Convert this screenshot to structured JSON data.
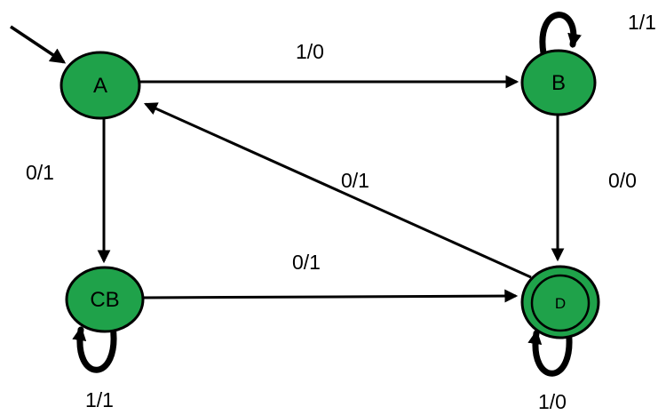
{
  "diagram": {
    "type": "mealy-state-machine",
    "states": [
      {
        "id": "A",
        "label": "A",
        "initial": true,
        "accepting": false
      },
      {
        "id": "B",
        "label": "B",
        "initial": false,
        "accepting": false
      },
      {
        "id": "CB",
        "label": "CB",
        "initial": false,
        "accepting": false
      },
      {
        "id": "D",
        "label": "D",
        "initial": false,
        "accepting": true
      }
    ],
    "transitions": [
      {
        "from": "A",
        "to": "B",
        "label": "1/0"
      },
      {
        "from": "A",
        "to": "CB",
        "label": "0/1"
      },
      {
        "from": "B",
        "to": "B",
        "label": "1/1"
      },
      {
        "from": "B",
        "to": "D",
        "label": "0/0"
      },
      {
        "from": "CB",
        "to": "D",
        "label": "0/1"
      },
      {
        "from": "CB",
        "to": "CB",
        "label": "1/1"
      },
      {
        "from": "D",
        "to": "A",
        "label": "0/1"
      },
      {
        "from": "D",
        "to": "D",
        "label": "1/0"
      }
    ]
  },
  "colors": {
    "state_fill": "#1fa24a",
    "line_color": "#000000",
    "text_color": "#000000",
    "background": "#ffffff"
  }
}
